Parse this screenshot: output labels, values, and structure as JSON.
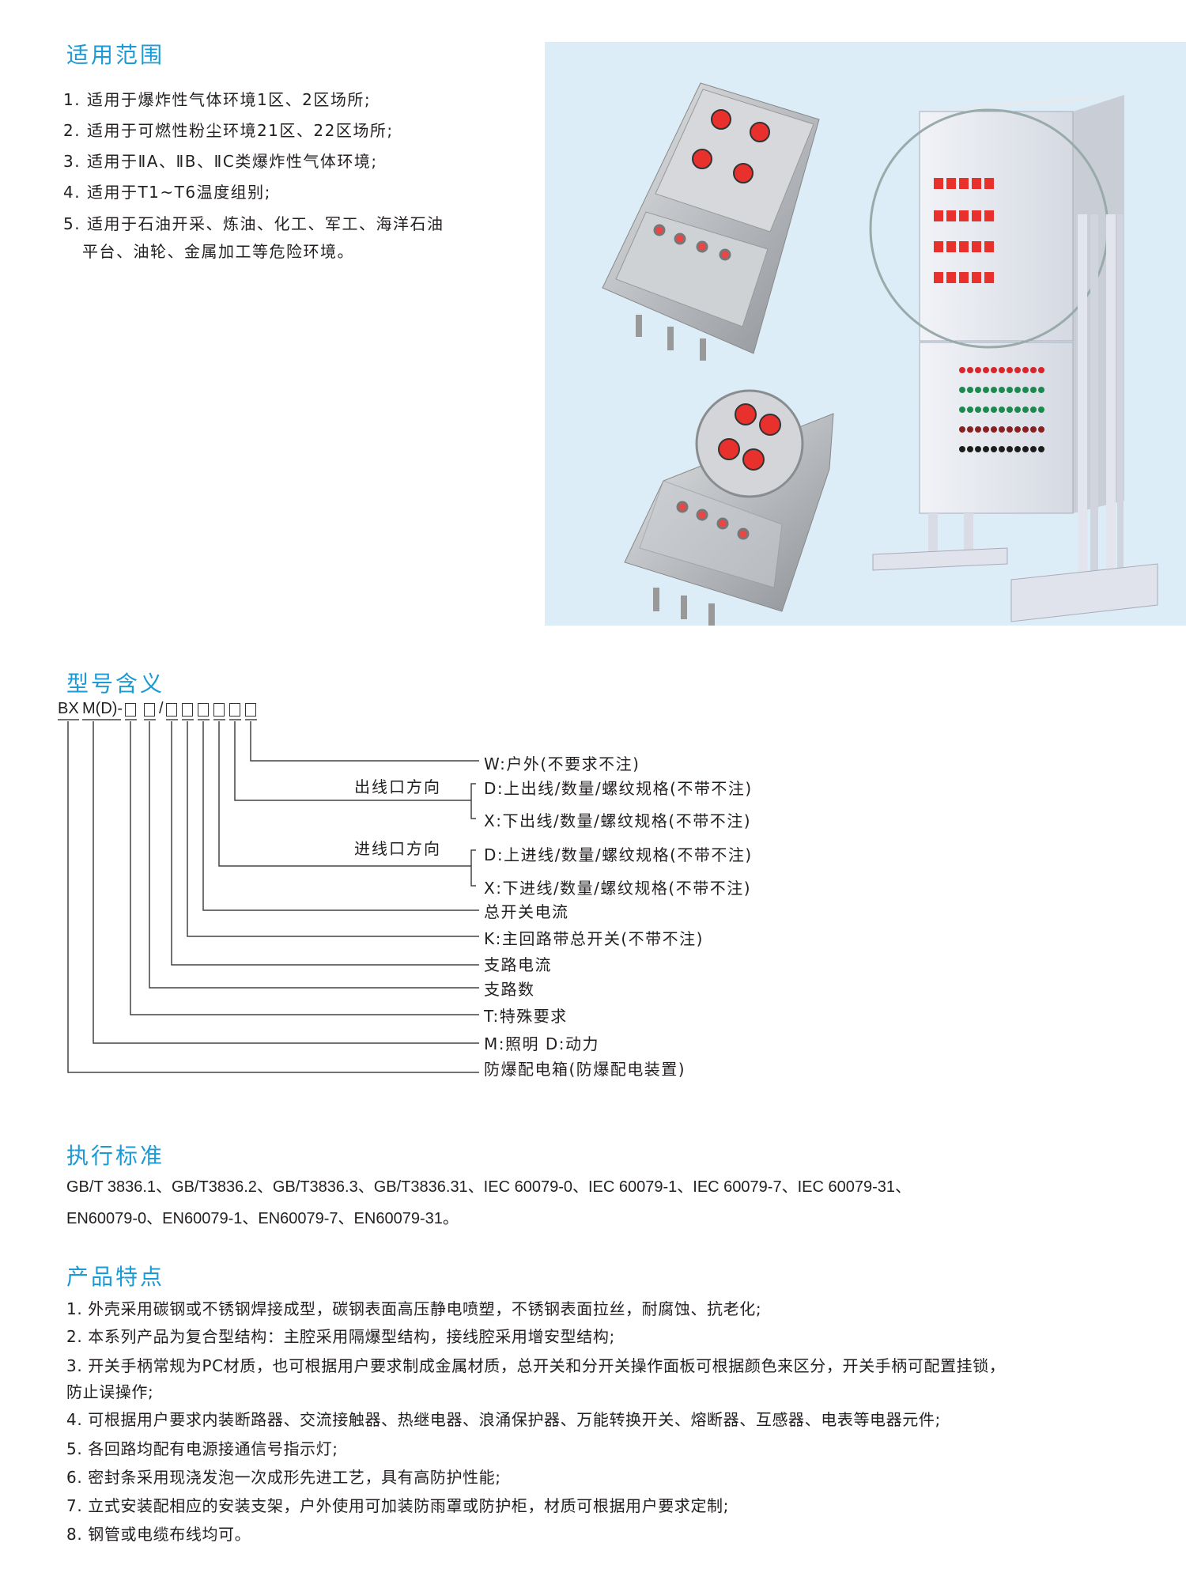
{
  "scope": {
    "title": "适用范围",
    "items": [
      "1. 适用于爆炸性气体环境1区、2区场所;",
      "2. 适用于可燃性粉尘环境21区、22区场所;",
      "3. 适用于ⅡA、ⅡB、ⅡC类爆炸性气体环境;",
      "4. 适用于T1~T6温度组别;",
      "5. 适用于石油开采、炼油、化工、军工、海洋石油",
      "平台、油轮、金属加工等危险环境。"
    ]
  },
  "model": {
    "title": "型号含义",
    "code_parts": [
      "BX",
      "M(D)-",
      "/"
    ],
    "group_labels": [
      "出线口方向",
      "进线口方向"
    ],
    "labels": [
      "W:户外(不要求不注)",
      "D:上出线/数量/螺纹规格(不带不注)",
      "X:下出线/数量/螺纹规格(不带不注)",
      "D:上进线/数量/螺纹规格(不带不注)",
      "X:下进线/数量/螺纹规格(不带不注)",
      "总开关电流",
      "K:主回路带总开关(不带不注)",
      "支路电流",
      "支路数",
      "T:特殊要求",
      "M:照明 D:动力",
      "防爆配电箱(防爆配电装置)"
    ]
  },
  "standards": {
    "title": "执行标准",
    "lines": [
      "GB/T 3836.1、GB/T3836.2、GB/T3836.3、GB/T3836.31、IEC 60079-0、IEC 60079-1、IEC 60079-7、IEC 60079-31、",
      "EN60079-0、EN60079-1、EN60079-7、EN60079-31。"
    ]
  },
  "features": {
    "title": "产品特点",
    "lines": [
      "1. 外壳采用碳钢或不锈钢焊接成型，碳钢表面高压静电喷塑，不锈钢表面拉丝，耐腐蚀、抗老化;",
      "2. 本系列产品为复合型结构：主腔采用隔爆型结构，接线腔采用增安型结构;",
      "3. 开关手柄常规为PC材质，也可根据用户要求制成金属材质，总开关和分开关操作面板可根据颜色来区分，开关手柄可配置挂锁，",
      "防止误操作;",
      "4. 可根据用户要求内装断路器、交流接触器、热继电器、浪涌保护器、万能转换开关、熔断器、互感器、电表等电器元件;",
      "5. 各回路均配有电源接通信号指示灯;",
      "6. 密封条采用现浇发泡一次成形先进工艺，具有高防护性能;",
      "7. 立式安装配相应的安装支架，户外使用可加装防雨罩或防护柜，材质可根据用户要求定制;",
      "8. 钢管或电缆布线均可。"
    ]
  },
  "colors": {
    "heading": "#1a9ad6",
    "panel": "#dcedf7",
    "knob": "#e8312c"
  }
}
